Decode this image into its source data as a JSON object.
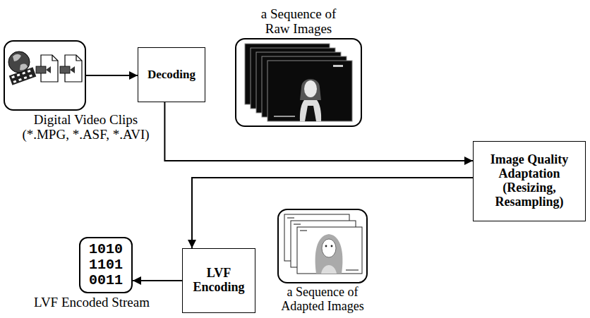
{
  "diagram": {
    "nodes": [
      {
        "text": [
          "Digital Video Clips (*.MPG, *.ASF, *.AVI)"
        ]
      },
      {
        "text": [
          "Decoding"
        ]
      },
      {
        "text": [
          "a Sequence of Raw Images"
        ]
      },
      {
        "text": [
          "Image Quality Adaptation (Resizing, Resampling)"
        ]
      },
      {
        "text": [
          "LVF Encoding"
        ]
      },
      {
        "text": [
          "a Sequence of Adapted Images"
        ]
      },
      {
        "text": [
          "1010 1101 0011",
          "LVF Encoded Stream"
        ]
      }
    ],
    "edges": [
      {
        "from": 0,
        "to": 1,
        "arrow": "to"
      },
      {
        "from": 1,
        "to": 3,
        "arrow": "to"
      },
      {
        "from": 3,
        "to": 4,
        "arrow": "to"
      },
      {
        "from": 4,
        "to": 6,
        "arrow": "to"
      }
    ]
  }
}
